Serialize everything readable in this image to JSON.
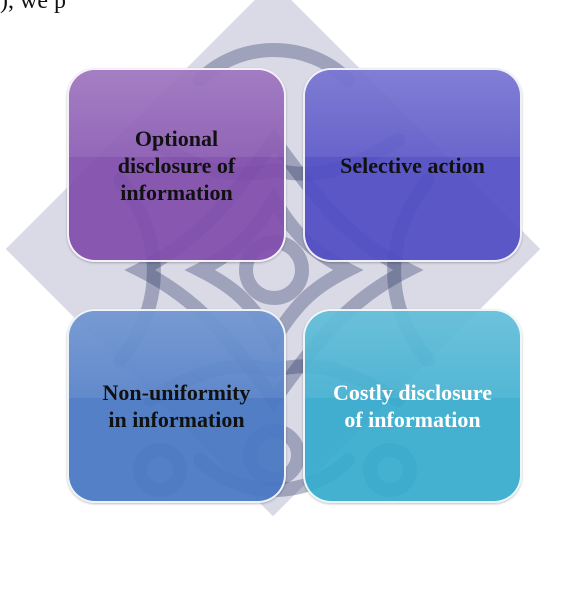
{
  "header": {
    "fragment": "), we p"
  },
  "tiles": [
    {
      "label": "Optional\ndisclosure of\ninformation",
      "text_color": "#111111"
    },
    {
      "label": "Selective action",
      "text_color": "#111111"
    },
    {
      "label": "Non-uniformity\nin information",
      "text_color": "#111111"
    },
    {
      "label": "Costly disclosure\nof information",
      "text_color": "#ffffff"
    }
  ],
  "colors": {
    "tile_top_left": "#814dad",
    "tile_top_right": "#504cc4",
    "tile_bottom_left": "#4978c4",
    "tile_bottom_right": "#34aacd",
    "diamond": "#d6d6e4"
  }
}
